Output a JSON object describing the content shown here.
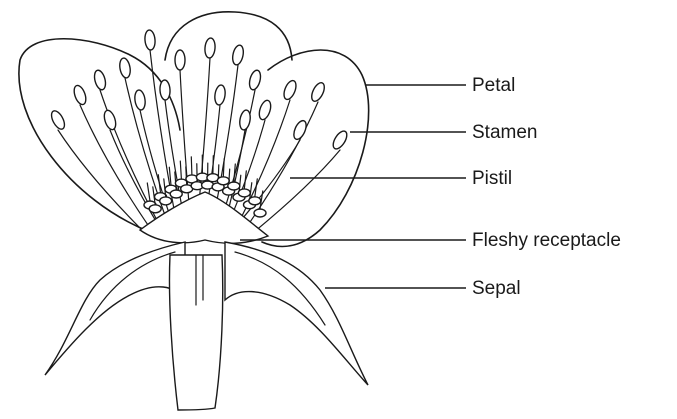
{
  "labels": {
    "petal": "Petal",
    "stamen": "Stamen",
    "pistil": "Pistil",
    "receptacle": "Fleshy receptacle",
    "sepal": "Sepal"
  }
}
